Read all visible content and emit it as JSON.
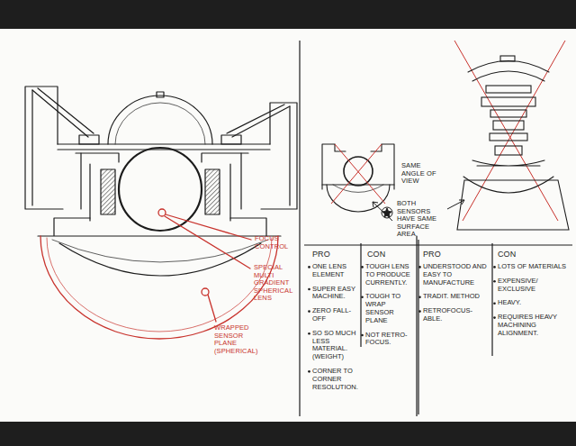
{
  "diagram": {
    "labels": [
      "FOCUS CONTROL",
      "SPECIAL MULTI GRADIENT SPHERICAL LENS",
      "WRAPPED SENSOR PLANE (SPHERICAL)",
      "SAME ANGLE OF VIEW",
      "BOTH SENSORS HAVE SAME SURFACE AREA.",
      "PRO",
      "CON",
      "PRO",
      "CON",
      "ONE LENS ELEMENT",
      "SUPER EASY MACHINE.",
      "ZERO FALL-OFF",
      "SO SO MUCH LESS MATERIAL. (WEIGHT)",
      "CORNER TO CORNER RESOLUTION.",
      "TOUGH LENS TO PRODUCE CURRENTLY.",
      "TOUGH TO WRAP SENSOR PLANE",
      "NOT RETRO-FOCUS.",
      "UNDERSTOOD AND EASY TO MANUFACTURE",
      "TRADIT. METHOD",
      "RETROFOCUS-ABLE.",
      "LOTS OF MATERIALS",
      "EXPENSIVE/ EXCLUSIVE",
      "HEAVY.",
      "REQUIRES HEAVY MACHINING ALIGNMENT."
    ]
  }
}
